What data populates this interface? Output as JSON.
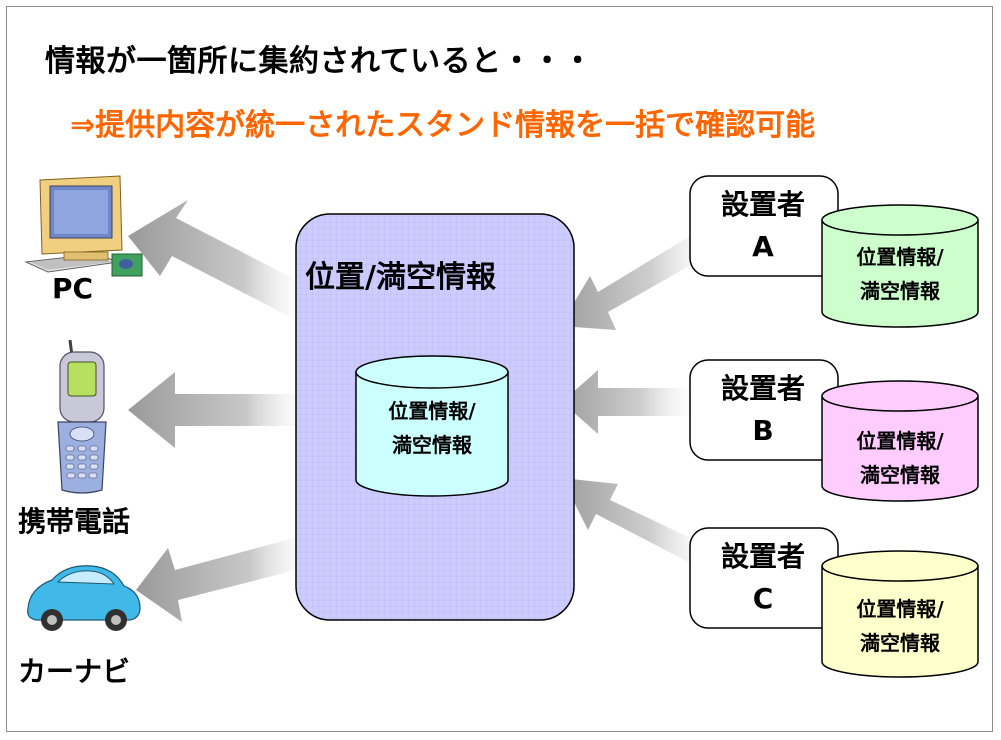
{
  "header": {
    "line1": "情報が一箇所に集約されていると・・・",
    "line2": "⇒提供内容が統一されたスタンド情報を一括で確認可能"
  },
  "center": {
    "title": "位置/満空情報",
    "db_line1": "位置情報/",
    "db_line2": "満空情報"
  },
  "providers": [
    {
      "line1": "設置者",
      "line2": "A",
      "db_line1": "位置情報/",
      "db_line2": "満空情報",
      "color": "#ccffcc"
    },
    {
      "line1": "設置者",
      "line2": "B",
      "db_line1": "位置情報/",
      "db_line2": "満空情報",
      "color": "#ffccff"
    },
    {
      "line1": "設置者",
      "line2": "C",
      "db_line1": "位置情報/",
      "db_line2": "満空情報",
      "color": "#ffffcc"
    }
  ],
  "devices": [
    {
      "label": "PC",
      "icon": "pc-icon"
    },
    {
      "label": "携帯電話",
      "icon": "mobile-phone-icon"
    },
    {
      "label": "カーナビ",
      "icon": "car-icon"
    }
  ],
  "colors": {
    "heading": "#000000",
    "accent": "#ff6600",
    "center_box": "#ccccff",
    "center_db": "#ccffff",
    "arrow": "#999999"
  }
}
